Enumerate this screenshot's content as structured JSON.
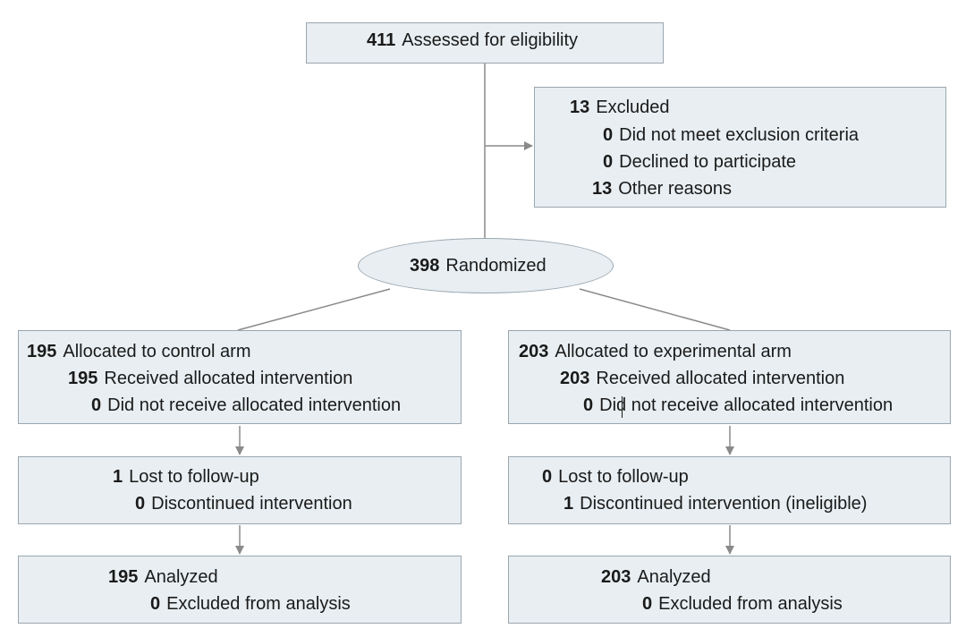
{
  "assessed": {
    "count": "411",
    "label": "Assessed for eligibility"
  },
  "excluded": {
    "count": "13",
    "label": "Excluded",
    "reasons": [
      {
        "count": "0",
        "label": "Did not meet exclusion criteria"
      },
      {
        "count": "0",
        "label": "Declined to participate"
      },
      {
        "count": "13",
        "label": "Other reasons"
      }
    ]
  },
  "randomized": {
    "count": "398",
    "label": "Randomized"
  },
  "control": {
    "allocation": {
      "count": "195",
      "label": "Allocated to control arm",
      "received": {
        "count": "195",
        "label": "Received allocated intervention"
      },
      "not_received": {
        "count": "0",
        "label": "Did not receive allocated intervention"
      }
    },
    "followup": {
      "lost": {
        "count": "1",
        "label": "Lost to follow-up"
      },
      "discontinued": {
        "count": "0",
        "label": "Discontinued intervention"
      }
    },
    "analysis": {
      "analyzed": {
        "count": "195",
        "label": "Analyzed"
      },
      "excluded": {
        "count": "0",
        "label": "Excluded from analysis"
      }
    }
  },
  "experimental": {
    "allocation": {
      "count": "203",
      "label": "Allocated to experimental arm",
      "received": {
        "count": "203",
        "label": "Received allocated intervention"
      },
      "not_received": {
        "count": "0",
        "label": "Did not receive allocated intervention"
      }
    },
    "followup": {
      "lost": {
        "count": "0",
        "label": "Lost to follow-up"
      },
      "discontinued": {
        "count": "1",
        "label": "Discontinued intervention (ineligible)"
      }
    },
    "analysis": {
      "analyzed": {
        "count": "203",
        "label": "Analyzed"
      },
      "excluded": {
        "count": "0",
        "label": "Excluded from analysis"
      }
    }
  },
  "colors": {
    "box_fill": "#e8eef2",
    "box_border": "#9aa7b0",
    "connector": "#8a8a8a",
    "text": "#1a1a1a"
  }
}
